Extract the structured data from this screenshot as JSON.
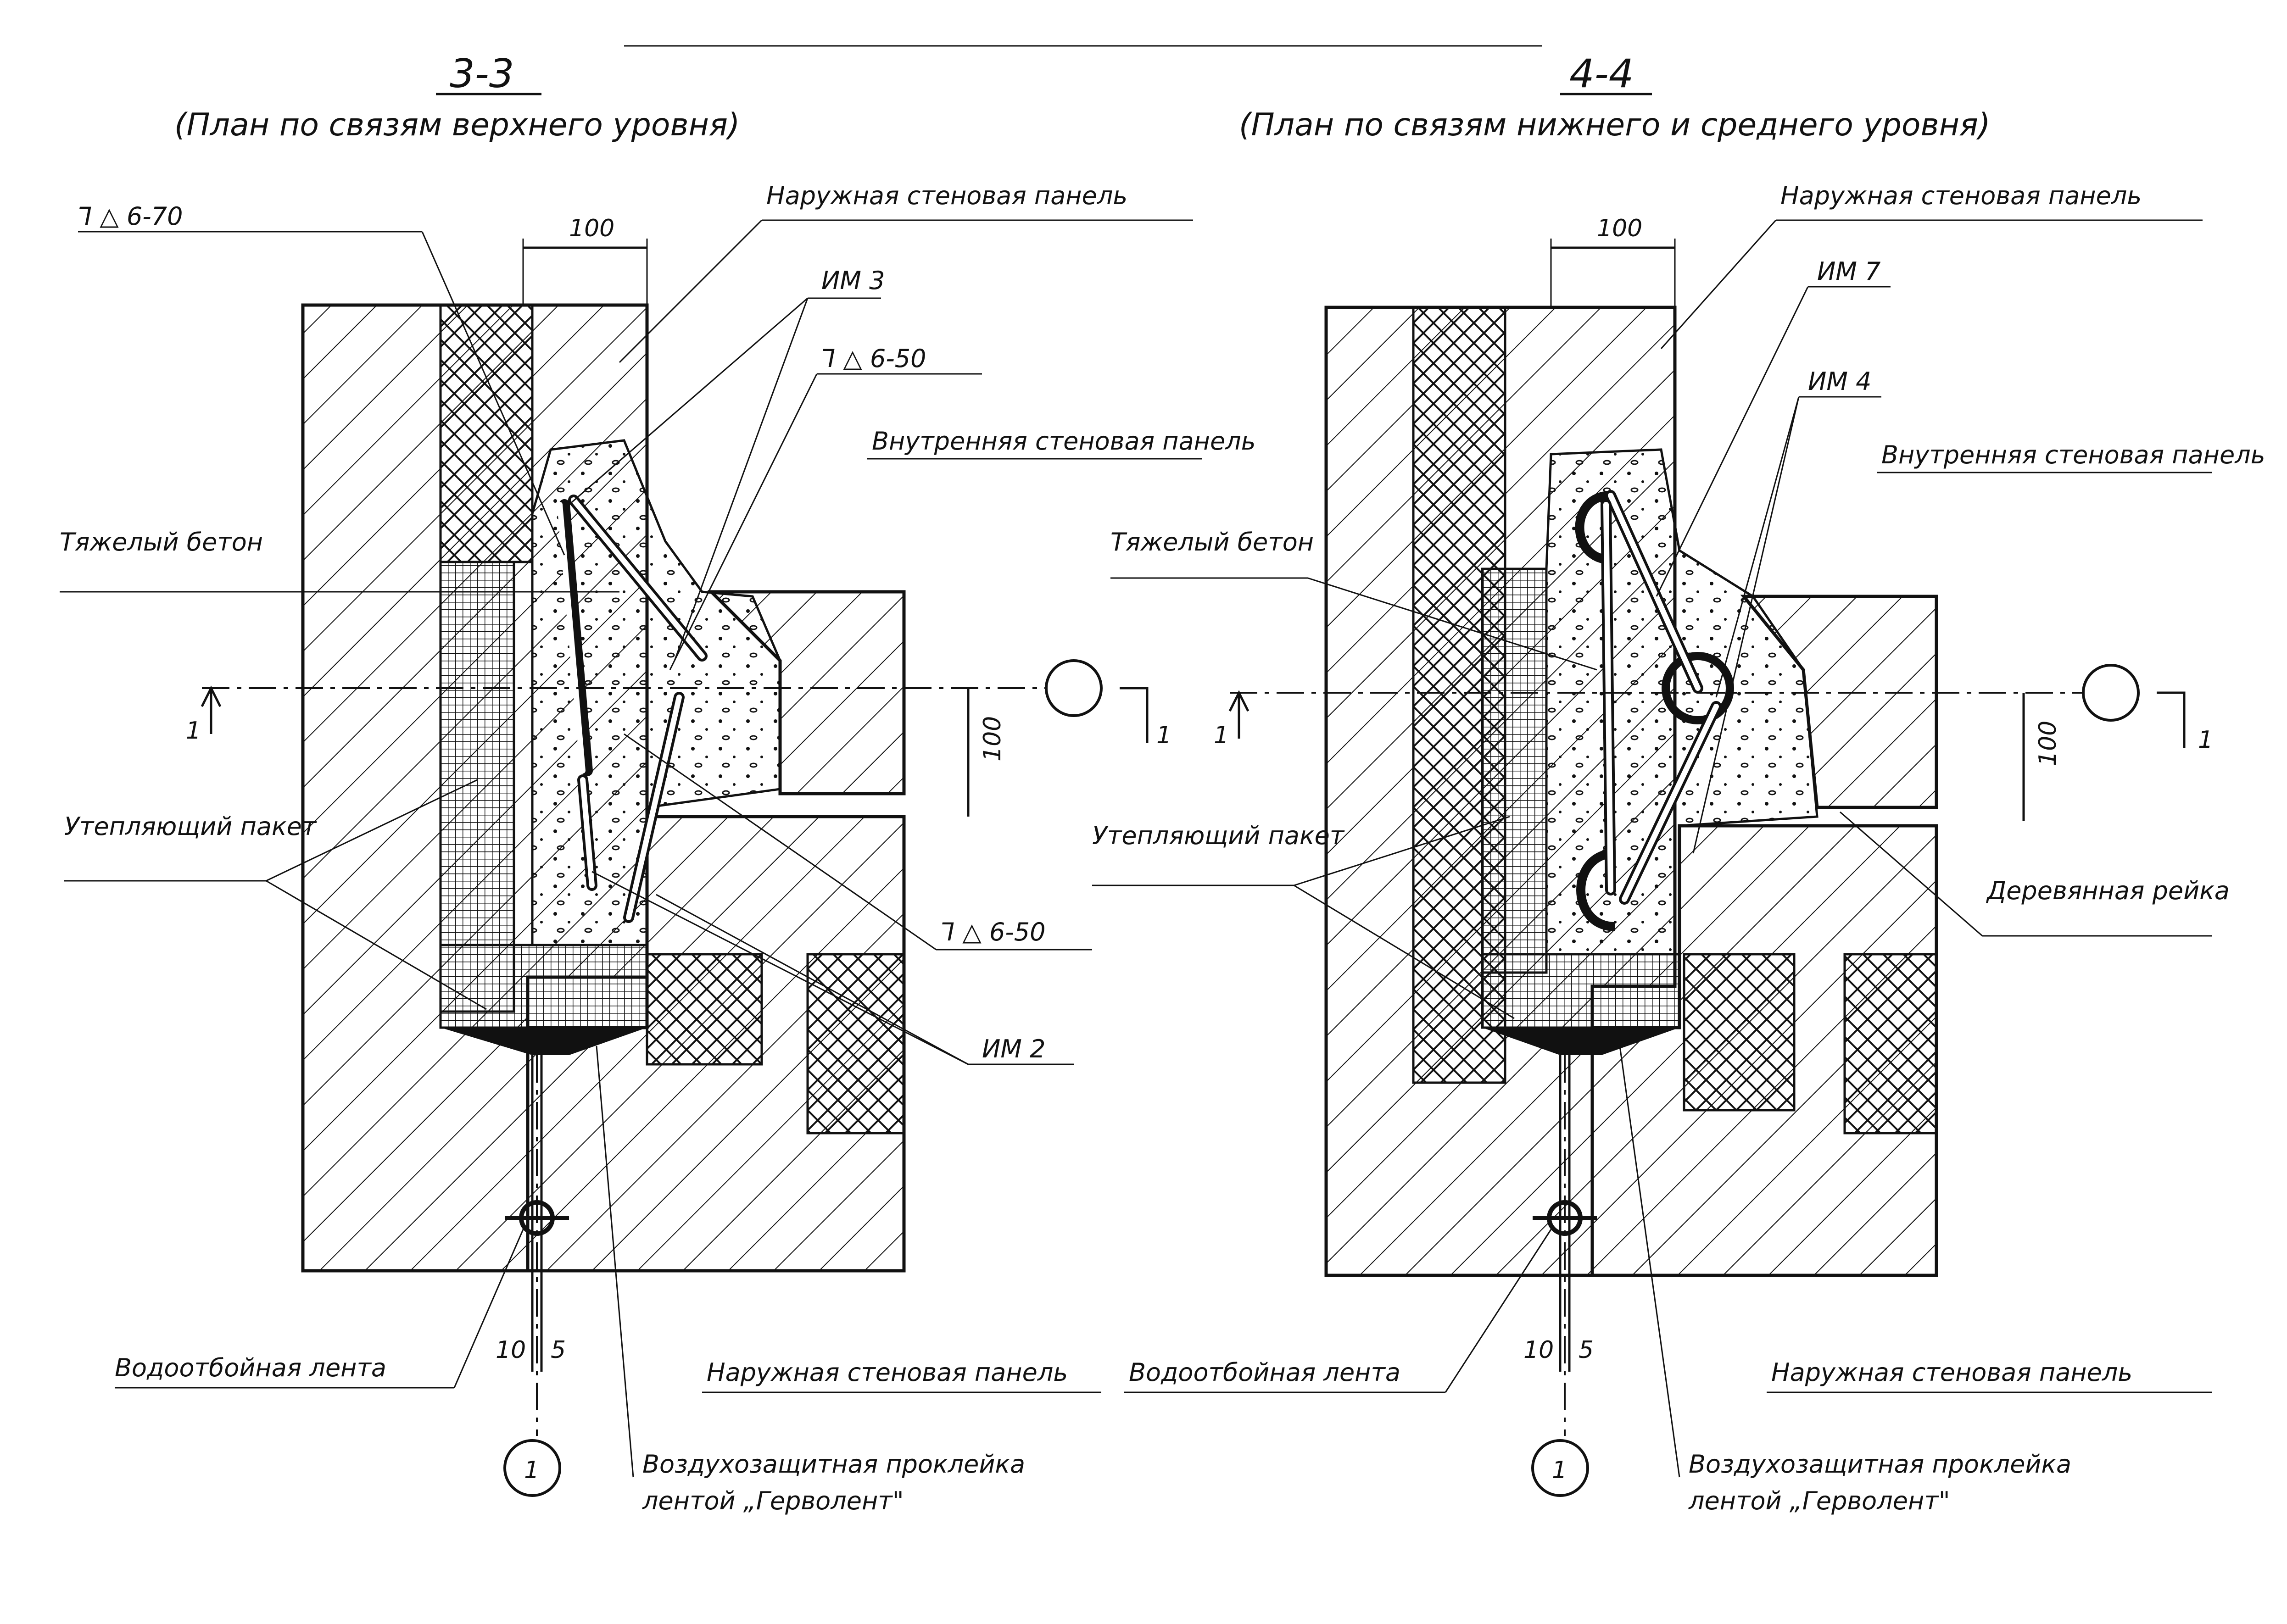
{
  "left_section": {
    "number": "3-3",
    "caption": "(План по связям верхнего уровня)",
    "weld_top": "⅂ △ 6-70",
    "weld_mid": "⅂ △ 6-50",
    "weld_low": "⅂ △ 6-50",
    "outer_panel_top": "Наружная стеновая панель",
    "inner_panel": "Внутренняя стеновая панель",
    "heavy_concrete": "Тяжелый бетон",
    "insulation": "Утепляющий пакет",
    "embed_top": "ИМ 3",
    "embed_low": "ИМ 2",
    "dim_100_top": "100",
    "dim_100_side": "100",
    "dim_10": "10",
    "dim_5": "5",
    "water_tape": "Водоотбойная лента",
    "outer_panel_bottom": "Наружная стеновая панель",
    "air_seal_1": "Воздухозащитная проклейка",
    "air_seal_2": "лентой „Герволент\"",
    "axis": "1",
    "cut": "1"
  },
  "right_section": {
    "number": "4-4",
    "caption": "(План по связям нижнего и среднего уровня)",
    "outer_panel_top": "Наружная стеновая панель",
    "inner_panel": "Внутренняя стеновая панель",
    "heavy_concrete": "Тяжелый бетон",
    "insulation": "Утепляющий пакет",
    "wood_strip": "Деревянная рейка",
    "embed_top": "ИМ 7",
    "embed_low": "ИМ 4",
    "dim_100_top": "100",
    "dim_100_side": "100",
    "dim_10": "10",
    "dim_5": "5",
    "water_tape": "Водоотбойная лента",
    "outer_panel_bottom": "Наружная стеновая панель",
    "air_seal_1": "Воздухозащитная проклейка",
    "air_seal_2": "лентой „Герволент\"",
    "axis": "1",
    "cut": "1"
  },
  "colors": {
    "ink": "#111111",
    "paper": "#ffffff"
  }
}
